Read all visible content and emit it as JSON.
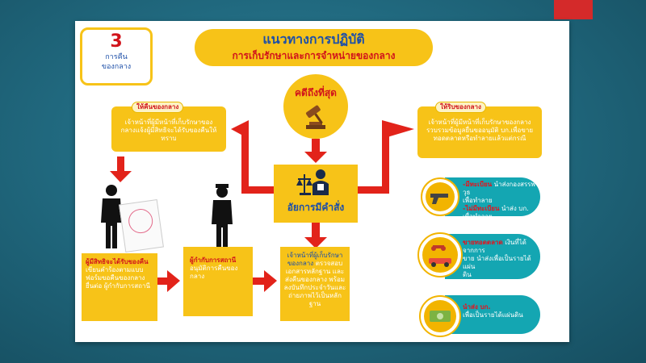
{
  "badge": {
    "number": "3",
    "line1": "การคืน",
    "line2": "ของกลาง"
  },
  "title": {
    "line1": "แนวทางการปฏิบัติ",
    "line2": "การเก็บรักษาและการจำหน่ายของกลาง"
  },
  "top_case": {
    "label": "คดีถึงที่สุด"
  },
  "prosecutor": {
    "label": "อัยการมีคำสั่ง"
  },
  "left_box": {
    "tag": "ให้คืนของกลาง",
    "text": "เจ้าหน้าที่ผู้มีหน้าที่เก็บรักษาของกลางแจ้งผู้มีสิทธิจะได้รับของคืนให้ทราบ"
  },
  "right_box": {
    "tag": "ให้ริบของกลาง",
    "text": "เจ้าหน้าที่ผู้มีหน้าที่เก็บรักษาของกลางรวบรวมข้อมูลยื่นขออนุมัติ บก.เพื่อขายทอดตลาดหรือทำลายแล้วแต่กรณี"
  },
  "step1": {
    "highlight": "ผู้มีสิทธิจะได้รับของคืน",
    "text": " เขียนคำร้องตามแบบฟอร์มขอคืนของกลาง ยื่นต่อ ผู้กำกับการสถานี"
  },
  "step2": {
    "highlight": "ผู้กำกับการสถานี",
    "text": "อนุมัติการคืนของกลาง"
  },
  "step3": {
    "highlight": "เจ้าหน้าที่ผู้เก็บรักษาของกลาง",
    "text": " ตรวจสอบเอกสารหลักฐาน และส่งคืนของกลาง พร้อมลงบันทึกประจำวันและถ่ายภาพไว้เป็นหลักฐาน"
  },
  "forfeit_items": [
    {
      "icon": "gun-icon",
      "l1_hl": "-มีทะเบียน",
      "l1": " นำส่งกองสรรพวุธ",
      "l2": "เพื่อทำลาย",
      "l3_hl": "-ไม่มีทะเบียน",
      "l3": " นำส่ง บก.",
      "l4": "เพื่อทำลาย"
    },
    {
      "icon": "vehicle-icon",
      "l1_hl": "ขายทอดตลาด",
      "l1": " เงินที่ได้จากการ",
      "l2": "ขาย นำส่งเพื่อเป็นรายได้แผ่น",
      "l3_hl": "",
      "l3": "ดิน",
      "l4": ""
    },
    {
      "icon": "money-icon",
      "l1_hl": "นำส่ง บก.",
      "l1": "",
      "l2": "เพื่อเป็นรายได้แผ่นดิน",
      "l3_hl": "",
      "l3": "",
      "l4": ""
    }
  ],
  "colors": {
    "yellow": "#f7c318",
    "red_arrow": "#e2231a",
    "teal": "#14a6b2",
    "title_blue": "#1d4fa8",
    "accent_red": "#d1131b"
  }
}
